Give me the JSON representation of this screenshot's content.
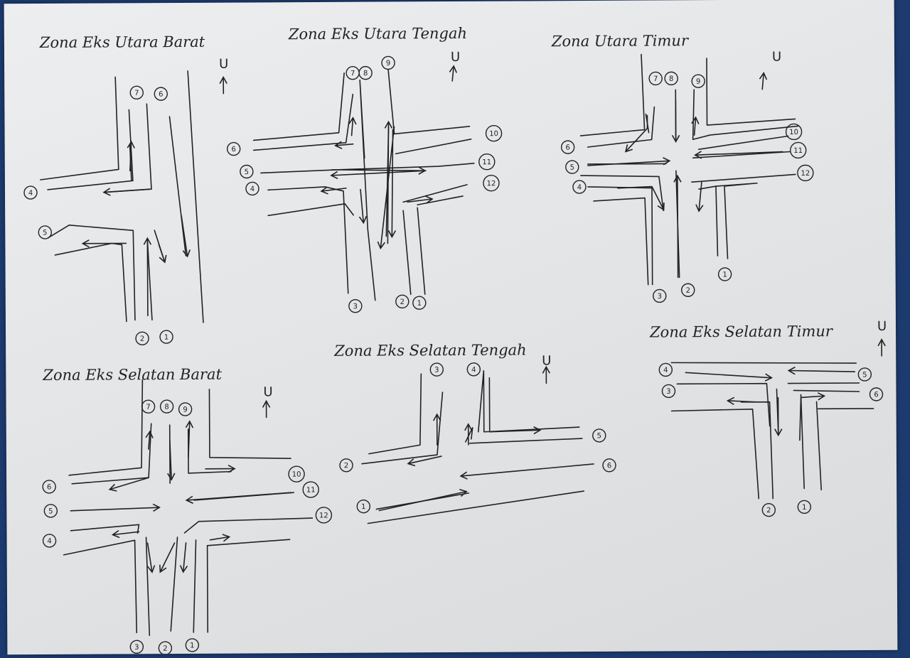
{
  "zones": [
    {
      "title": "Zona Eks Utara Barat",
      "north": "U",
      "labels": [
        "7",
        "6",
        "4",
        "5",
        "2",
        "1"
      ]
    },
    {
      "title": "Zona Eks Utara Tengah",
      "north": "U",
      "labels": [
        "7",
        "8",
        "9",
        "10",
        "6",
        "5",
        "4",
        "11",
        "12",
        "3",
        "2",
        "1"
      ]
    },
    {
      "title": "Zona Utara Timur",
      "north": "U",
      "labels": [
        "7",
        "8",
        "9",
        "10",
        "11",
        "12",
        "6",
        "5",
        "4",
        "3",
        "2",
        "1"
      ]
    },
    {
      "title": "Zona Eks Selatan Barat",
      "north": "U",
      "labels": [
        "7",
        "8",
        "9",
        "10",
        "11",
        "12",
        "6",
        "5",
        "4",
        "3",
        "2",
        "1"
      ]
    },
    {
      "title": "Zona Eks Selatan Tengah",
      "north": "U",
      "labels": [
        "3",
        "4",
        "5",
        "6",
        "2",
        "1"
      ]
    },
    {
      "title": "Zona Eks Selatan Timur",
      "north": "U",
      "labels": [
        "4",
        "5",
        "3",
        "6",
        "2",
        "1"
      ]
    }
  ],
  "colors": {
    "ink": "#222222",
    "paper": "#e6e8ea",
    "background": "#1c3a6e"
  }
}
